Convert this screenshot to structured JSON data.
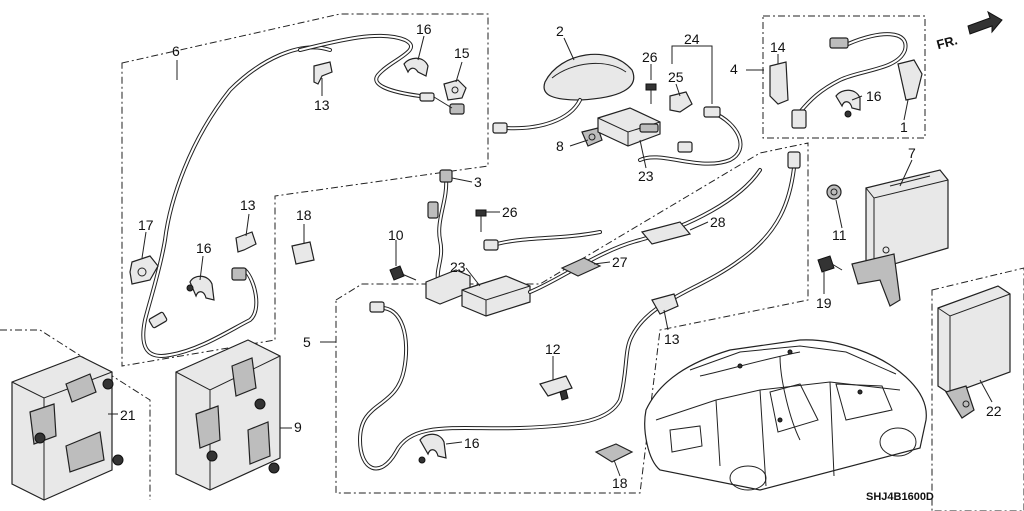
{
  "diagram": {
    "drawing_code": "SHJ4B1600D",
    "direction_label": "FR.",
    "callouts": {
      "c1": "1",
      "c2": "2",
      "c3": "3",
      "c4": "4",
      "c5": "5",
      "c6": "6",
      "c7": "7",
      "c8": "8",
      "c9": "9",
      "c10": "10",
      "c11": "11",
      "c12": "12",
      "c13a": "13",
      "c13b": "13",
      "c13c": "13",
      "c14": "14",
      "c15": "15",
      "c16a": "16",
      "c16b": "16",
      "c16c": "16",
      "c16d": "16",
      "c17": "17",
      "c18a": "18",
      "c18b": "18",
      "c19": "19",
      "c21": "21",
      "c22": "22",
      "c23a": "23",
      "c23b": "23",
      "c24": "24",
      "c25": "25",
      "c26a": "26",
      "c26b": "26",
      "c27": "27",
      "c28": "28"
    }
  }
}
